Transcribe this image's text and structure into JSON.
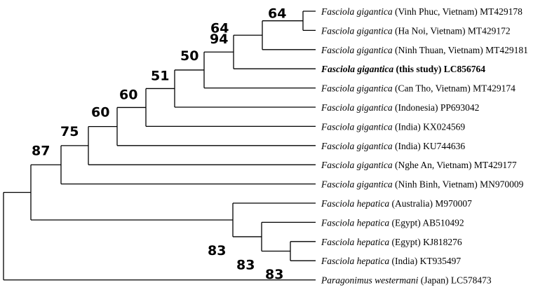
{
  "tree": {
    "taxa": [
      {
        "id": "t1",
        "genus": "Fasciola gigantica",
        "rest": " (Vinh Phuc, Vietnam) MT429178",
        "bold": false
      },
      {
        "id": "t2",
        "genus": "Fasciola gigantica",
        "rest": " (Ha Noi, Vietnam) MT429172",
        "bold": false
      },
      {
        "id": "t3",
        "genus": "Fasciola gigantica",
        "rest": " (Ninh Thuan, Vietnam) MT429181",
        "bold": false
      },
      {
        "id": "t4",
        "genus": "Fasciola gigantica",
        "rest": " (this study) LC856764",
        "bold": true
      },
      {
        "id": "t5",
        "genus": "Fasciola gigantica",
        "rest": " (Can Tho, Vietnam) MT429174",
        "bold": false
      },
      {
        "id": "t6",
        "genus": "Fasciola gigantica",
        "rest": " (Indonesia) PP693042",
        "bold": false
      },
      {
        "id": "t7",
        "genus": "Fasciola gigantica",
        "rest": " (India) KX024569",
        "bold": false
      },
      {
        "id": "t8",
        "genus": "Fasciola gigantica",
        "rest": " (India) KU744636",
        "bold": false
      },
      {
        "id": "t9",
        "genus": "Fasciola gigantica",
        "rest": " (Nghe An, Vietnam) MT429177",
        "bold": false
      },
      {
        "id": "t10",
        "genus": "Fasciola gigantica",
        "rest": " (Ninh Binh, Vietnam) MN970009",
        "bold": false
      },
      {
        "id": "t11",
        "genus": "Fasciola hepatica",
        "rest": " (Australia) M970007",
        "bold": false
      },
      {
        "id": "t12",
        "genus": "Fasciola hepatica",
        "rest": " (Egypt) AB510492",
        "bold": false
      },
      {
        "id": "t13",
        "genus": "Fasciola hepatica",
        "rest": " (Egypt) KJ818276",
        "bold": false
      },
      {
        "id": "t14",
        "genus": "Fasciola hepatica",
        "rest": " (India) KT935497",
        "bold": false
      },
      {
        "id": "t15",
        "genus": "Paragonimus westermani",
        "rest": " (Japan) LC578473",
        "bold": false
      }
    ],
    "support_values": {
      "n1": "64",
      "n2": "64",
      "n3": "94",
      "n4": "50",
      "n5": "51",
      "n6": "60",
      "n7": "60",
      "n8": "75",
      "n9": "87",
      "h1": "83",
      "h2": "83",
      "h3": "83"
    }
  }
}
